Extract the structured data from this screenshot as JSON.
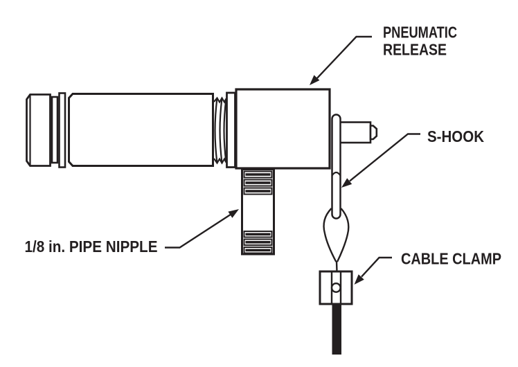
{
  "diagram": {
    "background_color": "#ffffff",
    "ink_color": "#231f20",
    "labels": {
      "pneumatic_release_line1": "PNEUMATIC",
      "pneumatic_release_line2": "RELEASE",
      "s_hook": "S-HOOK",
      "cable_clamp": "CABLE CLAMP",
      "pipe_nipple": "1/8 in. PIPE NIPPLE"
    }
  }
}
